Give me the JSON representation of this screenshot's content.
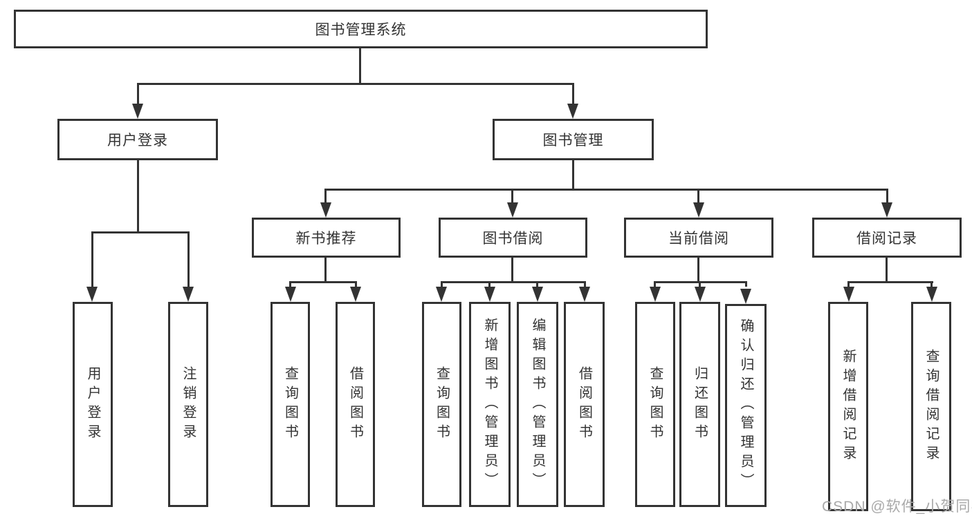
{
  "tree": {
    "root": {
      "label": "图书管理系统"
    },
    "branches": [
      {
        "label": "用户登录",
        "children": [
          {
            "label": "用户登录"
          },
          {
            "label": "注销登录"
          }
        ]
      },
      {
        "label": "图书管理",
        "children": [
          {
            "label": "新书推荐",
            "children": [
              {
                "label": "查询图书"
              },
              {
                "label": "借阅图书"
              }
            ]
          },
          {
            "label": "图书借阅",
            "children": [
              {
                "label": "查询图书"
              },
              {
                "label": "新增图书（管理员）"
              },
              {
                "label": "编辑图书（管理员）"
              },
              {
                "label": "借阅图书"
              }
            ]
          },
          {
            "label": "当前借阅",
            "children": [
              {
                "label": "查询图书"
              },
              {
                "label": "归还图书"
              },
              {
                "label": "确认归还（管理员）"
              }
            ]
          },
          {
            "label": "借阅记录",
            "children": [
              {
                "label": "新增借阅记录"
              },
              {
                "label": "查询借阅记录"
              }
            ]
          }
        ]
      }
    ]
  },
  "watermark": {
    "text": "CSDN @软件_小贺同学"
  },
  "colors": {
    "line": "#333333",
    "text": "#333333",
    "watermark": "#a9a9a9",
    "background": "#ffffff"
  }
}
